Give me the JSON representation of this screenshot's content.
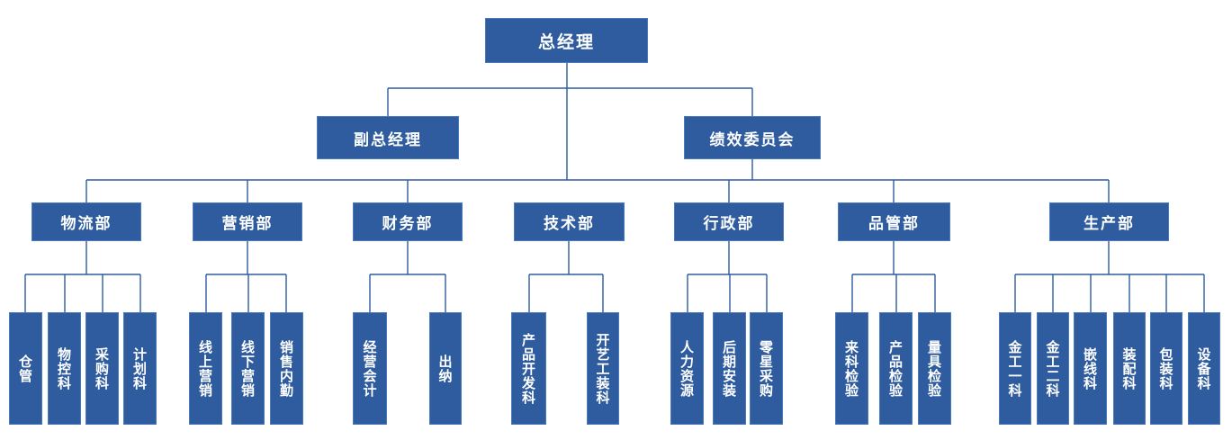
{
  "org": {
    "root": {
      "label": "总经理"
    },
    "level2": [
      {
        "label": "副总经理"
      },
      {
        "label": "绩效委员会"
      }
    ],
    "departments": [
      {
        "label": "物流部",
        "children": [
          "仓管",
          "物控科",
          "采购科",
          "计划科"
        ]
      },
      {
        "label": "营销部",
        "children": [
          "线上营销",
          "线下营销",
          "销售内勤"
        ]
      },
      {
        "label": "财务部",
        "children": [
          "经营会计",
          "出纳"
        ]
      },
      {
        "label": "技术部",
        "children": [
          "产品开发科",
          "开艺工装科"
        ]
      },
      {
        "label": "行政部",
        "children": [
          "人力资源",
          "后期安装",
          "零星采购"
        ]
      },
      {
        "label": "品管部",
        "children": [
          "来科检验",
          "产品检验",
          "量具检验"
        ]
      },
      {
        "label": "生产部",
        "children": [
          "金工一科",
          "金工二科",
          "嵌线科",
          "装配科",
          "包装科",
          "设备科"
        ]
      }
    ],
    "colors": {
      "box_fill": "#2E5C9F",
      "box_border": "#4A79BE",
      "connector": "#2E5C9F",
      "text": "#FFFFFF",
      "background": "#FFFFFF"
    }
  }
}
